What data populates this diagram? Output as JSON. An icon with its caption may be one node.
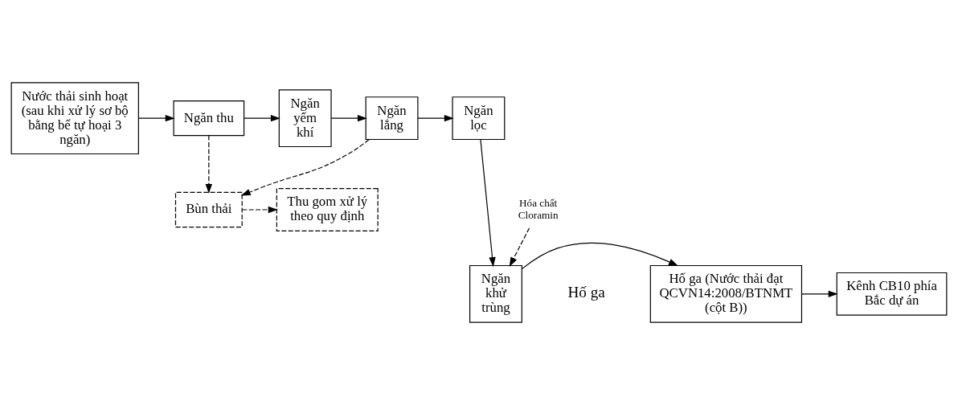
{
  "diagram": {
    "nodes": [
      {
        "text": [
          "Nước thải sinh hoạt (sau khi xử lý sơ bộ bằng bể tự hoại 3 ngăn)"
        ]
      },
      {
        "text": [
          "Ngăn thu"
        ]
      },
      {
        "text": [
          "Ngăn yếm khí"
        ]
      },
      {
        "text": [
          "Ngăn lắng"
        ]
      },
      {
        "text": [
          "Ngăn lọc"
        ]
      },
      {
        "text": [
          "Thu gom xử lý theo quy định"
        ]
      },
      {
        "text": [
          "Bùn thải"
        ]
      },
      {
        "text": [
          "Hóa chất Cloramin"
        ]
      },
      {
        "text": [
          "Kênh CB10 phía Bắc dự án"
        ]
      },
      {
        "text": [
          "Hố ga (Nước thải đạt QCVN14:2008/BTNMT (cột B))"
        ]
      },
      {
        "text": [
          "Ngăn khử trùng"
        ]
      }
    ],
    "edges": [
      {
        "from": 0,
        "to": 1,
        "arrow": "to"
      },
      {
        "from": 1,
        "to": 2,
        "arrow": "to"
      },
      {
        "from": 2,
        "to": 3,
        "arrow": "to"
      },
      {
        "from": 3,
        "to": 4,
        "arrow": "to"
      },
      {
        "from": 1,
        "to": 6,
        "arrow": "to",
        "style": "dashed"
      },
      {
        "from": 3,
        "to": 6,
        "arrow": "to",
        "style": "dashed"
      },
      {
        "from": 6,
        "to": 5,
        "arrow": "to",
        "style": "dashed"
      },
      {
        "from": 4,
        "to": 10,
        "arrow": "to"
      },
      {
        "from": 7,
        "to": 10,
        "arrow": "to",
        "style": "dashed"
      },
      {
        "from": 10,
        "to": 9,
        "arrow": "to"
      },
      {
        "from": 9,
        "to": 8,
        "arrow": "to"
      }
    ],
    "labels": [
      "Hố ga"
    ]
  }
}
